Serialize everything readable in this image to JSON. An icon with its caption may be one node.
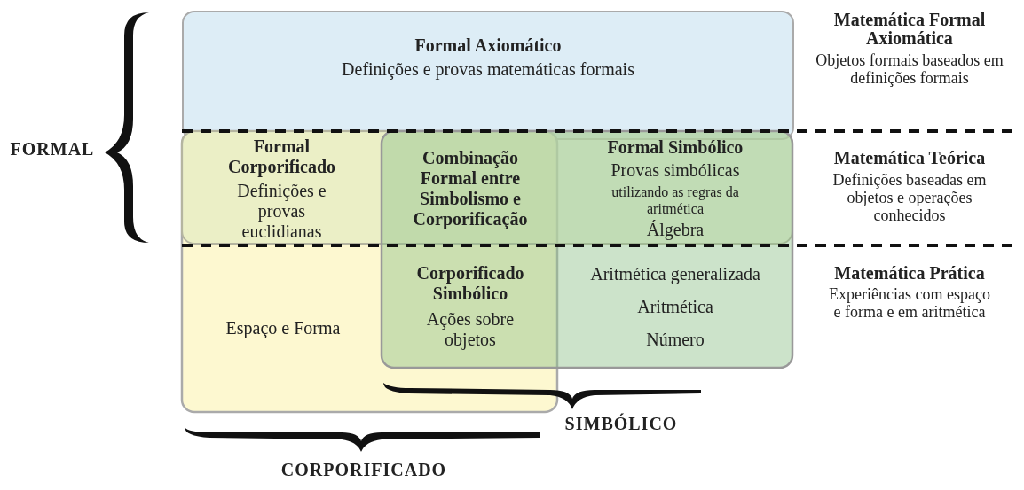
{
  "diagram": {
    "nodes": [
      {
        "text": [
          "Formal Axiomático",
          "Definições e provas matemáticas formais"
        ]
      },
      {
        "text": [
          "Formal Corporificado",
          "Definições e provas euclidianas"
        ]
      },
      {
        "text": [
          "Combinação Formal entre Simbolismo e Corporificação"
        ]
      },
      {
        "text": [
          "Formal Simbólico",
          "Provas simbólicas",
          "utilizando as regras da aritmética",
          "Álgebra"
        ]
      },
      {
        "text": [
          "Espaço e Forma"
        ]
      },
      {
        "text": [
          "Corporificado Simbólico",
          "Ações sobre objetos"
        ]
      },
      {
        "text": [
          "Aritmética generalizada",
          "Aritmética",
          "Número"
        ]
      }
    ],
    "edges": [],
    "labels": [
      "Matemática Formal Axiomática",
      "Objetos formais baseados em definições formais",
      "FORMAL",
      "Matemática Teórica",
      "Definições baseadas em objetos e operações conhecidos",
      "Matemática Prática",
      "Experiências com espaço e forma e em aritmética",
      "SIMBÓLICO",
      "CORPORIFICADO"
    ]
  }
}
